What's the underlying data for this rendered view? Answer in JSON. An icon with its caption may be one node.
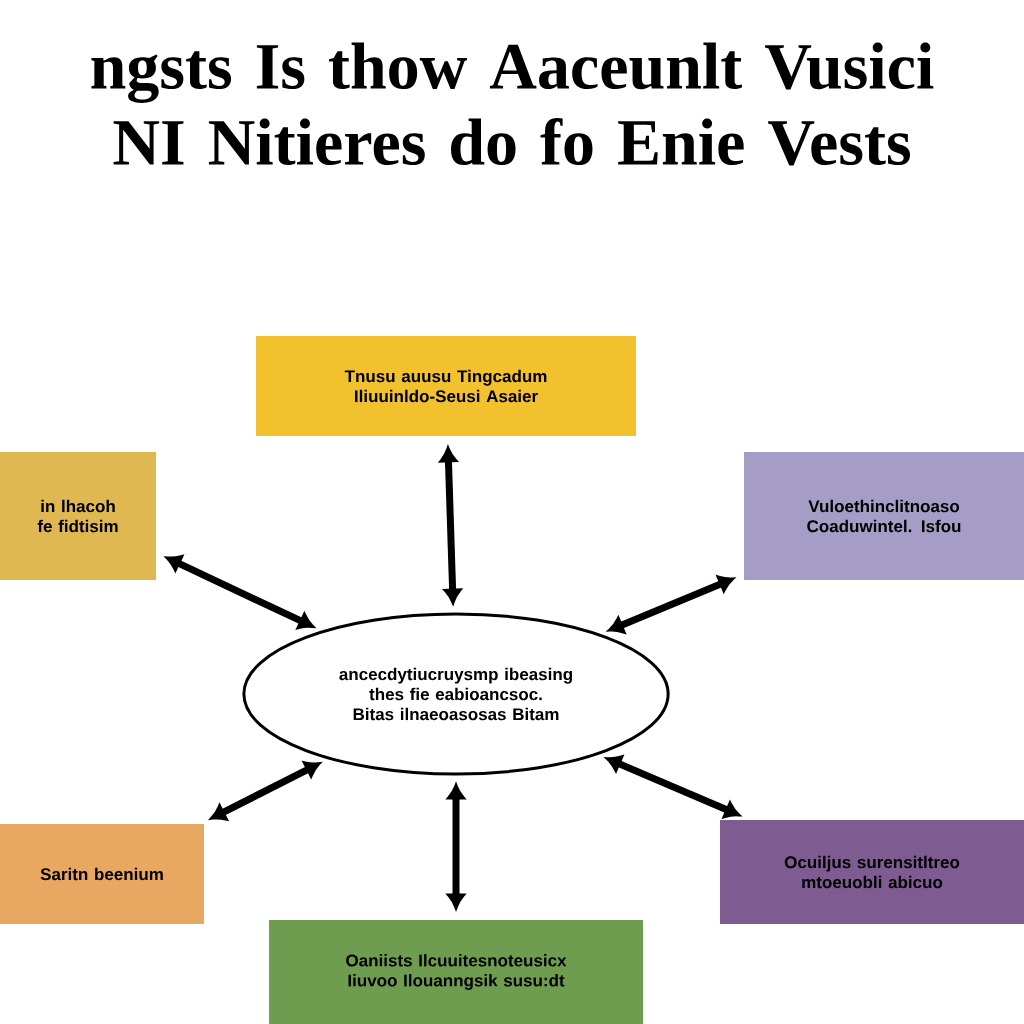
{
  "diagram": {
    "title": "ngsts Is thow Aaceunlt Vusici NI Nitieres do fo Enie Vests",
    "nodes": [
      {
        "text": [
          "ancecdytiucruysmp ibeasing thes fie eabioancsoc. Bitas ilnaeoasosas Bitam"
        ]
      },
      {
        "text": [
          "Tnusu auusu Tingcadum Iliuuinldo-Seusi Asaier"
        ]
      },
      {
        "text": [
          "in lhacoh fe fidtisim"
        ]
      },
      {
        "text": [
          "Vuloethinclitnoaso Coaduwintel. Isfou"
        ]
      },
      {
        "text": [
          "Saritn beenium"
        ]
      },
      {
        "text": [
          "Oaniists Ilcuuitesnoteusicx Iiuvoo Ilouanngsik susu:dt"
        ]
      },
      {
        "text": [
          "Ocuiljus surensitltreo mtoeuobli abicuo"
        ]
      }
    ],
    "edges": [
      {
        "from": 0,
        "to": 1,
        "arrow": "both"
      },
      {
        "from": 0,
        "to": 2,
        "arrow": "both"
      },
      {
        "from": 0,
        "to": 3,
        "arrow": "both"
      },
      {
        "from": 0,
        "to": 4,
        "arrow": "both"
      },
      {
        "from": 0,
        "to": 5,
        "arrow": "both"
      },
      {
        "from": 0,
        "to": 6,
        "arrow": "both"
      }
    ]
  }
}
